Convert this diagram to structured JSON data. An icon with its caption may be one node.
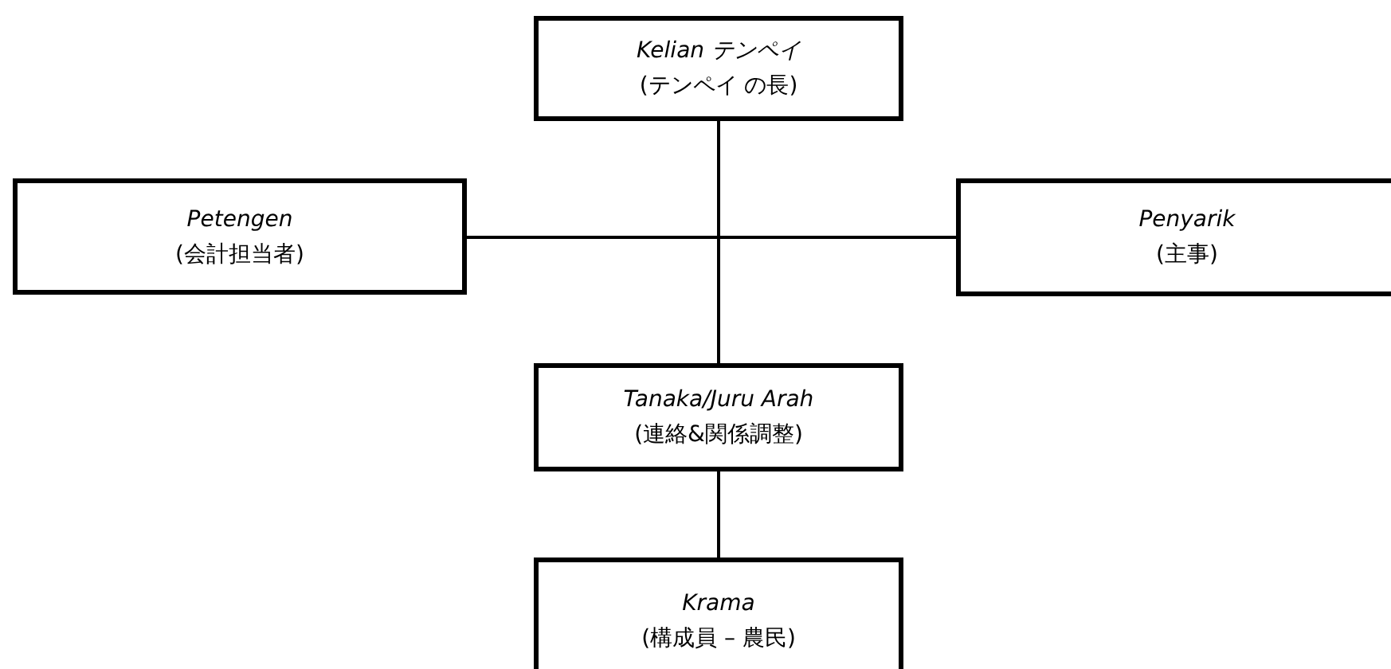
{
  "diagram": {
    "nodes": [
      {
        "text": [
          "Kelian テンペイ",
          "(テンペイ の長)"
        ]
      },
      {
        "text": [
          "Petengen",
          "(会計担当者)"
        ]
      },
      {
        "text": [
          "Penyarik",
          "(主事)"
        ]
      },
      {
        "text": [
          "Tanaka/Juru Arah",
          "(連絡&関係調整)"
        ]
      },
      {
        "text": [
          "Krama",
          "(構成員 – 農民)"
        ]
      }
    ],
    "edges": [
      {
        "from": 0,
        "to": 1,
        "arrow": "none"
      },
      {
        "from": 0,
        "to": 2,
        "arrow": "none"
      },
      {
        "from": 0,
        "to": 3,
        "arrow": "none"
      },
      {
        "from": 3,
        "to": 4,
        "arrow": "none"
      }
    ]
  }
}
